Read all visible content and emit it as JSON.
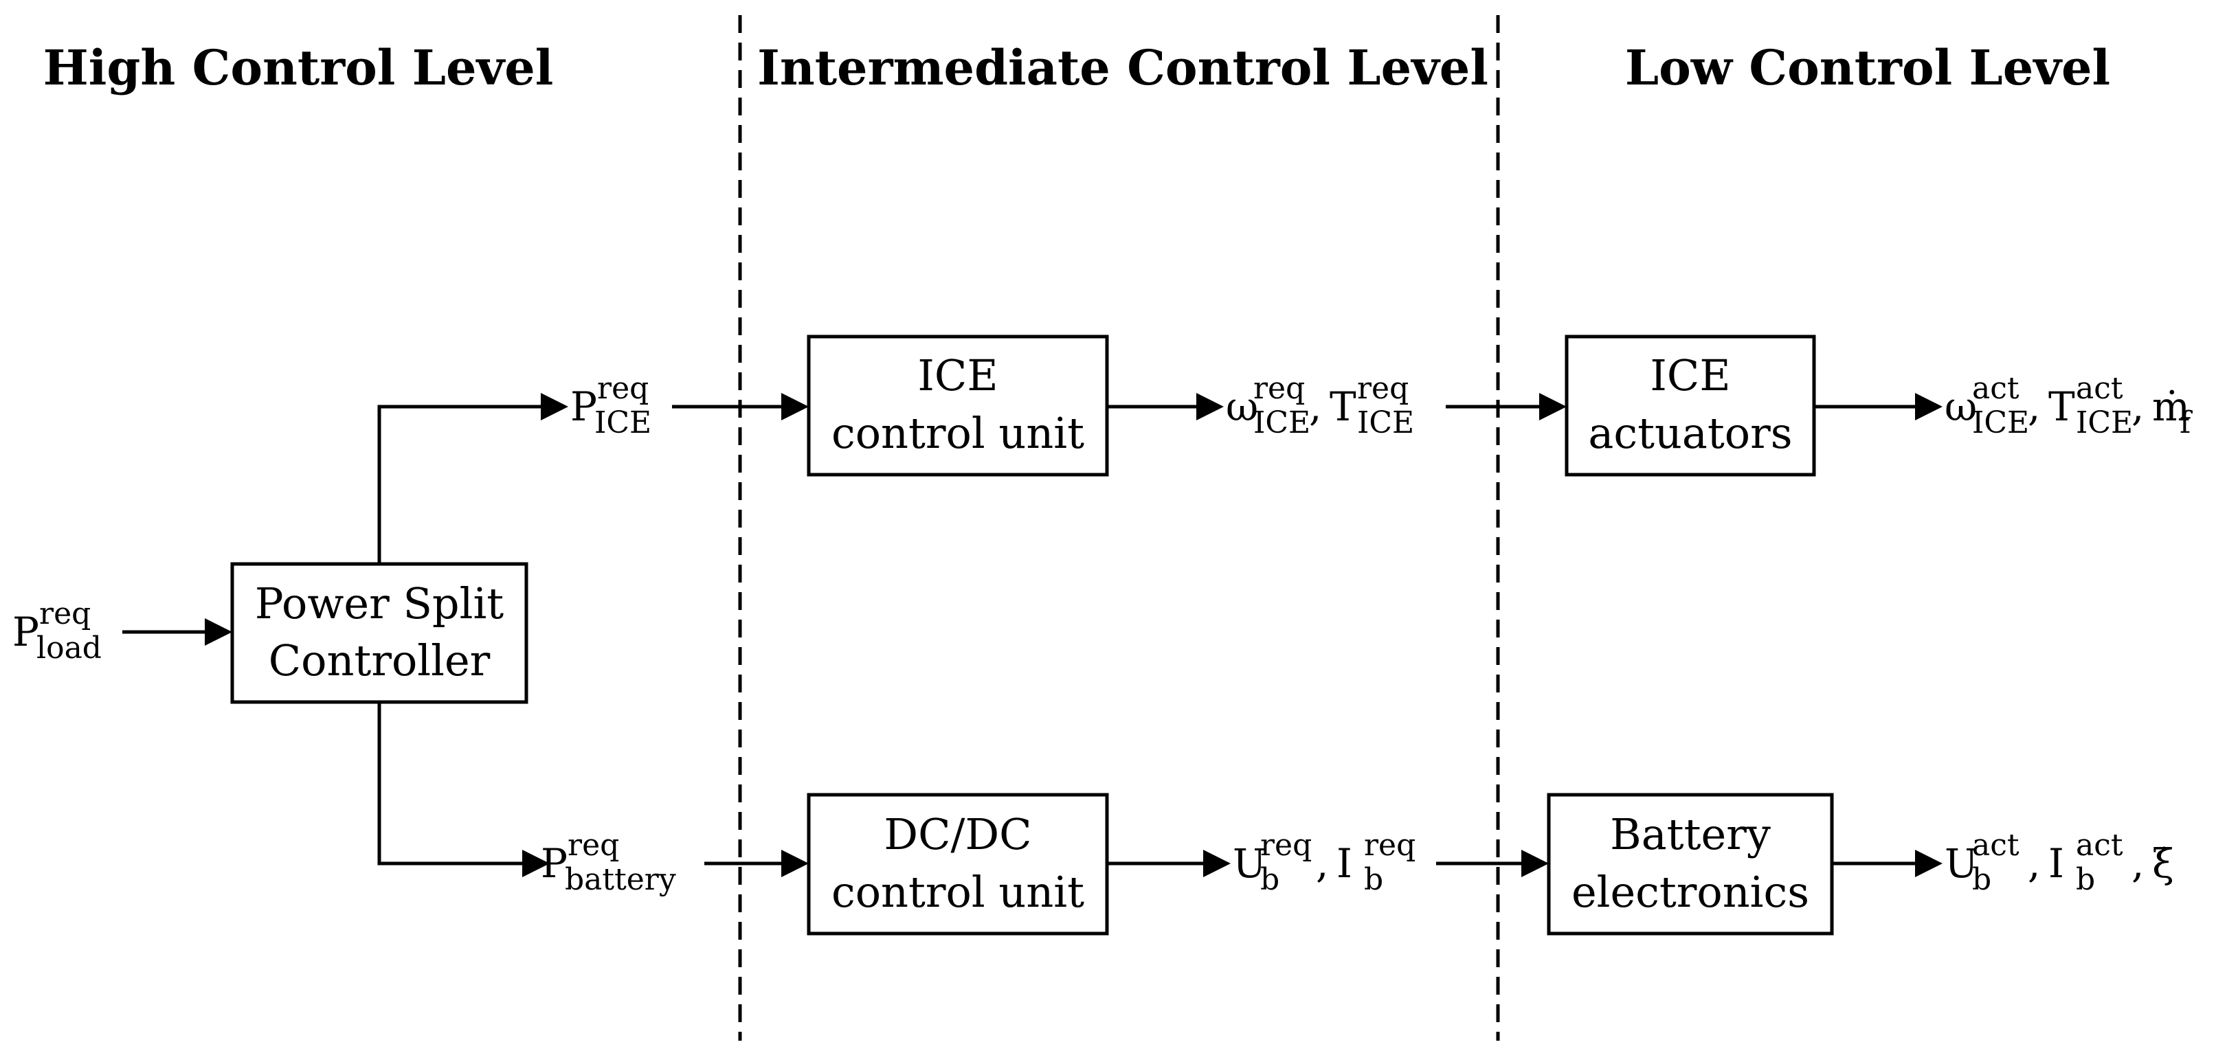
{
  "levels": {
    "high": "High Control Level",
    "intermediate": "Intermediate Control Level",
    "low": "Low Control Level"
  },
  "blocks": {
    "power_split": [
      "Power Split",
      "Controller"
    ],
    "ice_control": [
      "ICE",
      "control unit"
    ],
    "dcdc_control": [
      "DC/DC",
      "control unit"
    ],
    "ice_actuators": [
      "ICE",
      "actuators"
    ],
    "battery_electronics": [
      "Battery",
      "electronics"
    ]
  },
  "signals": {
    "p_load_req": {
      "base": "P",
      "sub": "load",
      "sup": "req"
    },
    "p_ice_req": {
      "base": "P",
      "sub": "ICE",
      "sup": "req"
    },
    "p_battery_req": {
      "base": "P",
      "sub": "battery",
      "sup": "req"
    },
    "ice_setpoints": [
      {
        "base": "ω",
        "sub": "ICE",
        "sup": "req",
        "sep": ", "
      },
      {
        "base": "T",
        "sub": "ICE",
        "sup": "req",
        "sep": ""
      }
    ],
    "battery_setpoints": [
      {
        "base": "U",
        "sub": "b",
        "sup": "req",
        "sep": ", "
      },
      {
        "base": "I",
        "sub": "b",
        "sup": "req",
        "sep": ""
      }
    ],
    "ice_actuals": [
      {
        "base": "ω",
        "sub": "ICE",
        "sup": "act",
        "sep": ", "
      },
      {
        "base": "T",
        "sub": "ICE",
        "sup": "act",
        "sep": ", "
      },
      {
        "base": "ṁ",
        "sub": "f",
        "sup": "",
        "sep": ""
      }
    ],
    "battery_actuals": [
      {
        "base": "U",
        "sub": "b",
        "sup": "act",
        "sep": ", "
      },
      {
        "base": "I",
        "sub": "b",
        "sup": "act",
        "sep": ", "
      },
      {
        "base": "ξ̇",
        "sub": "",
        "sup": "",
        "sep": ""
      }
    ]
  }
}
